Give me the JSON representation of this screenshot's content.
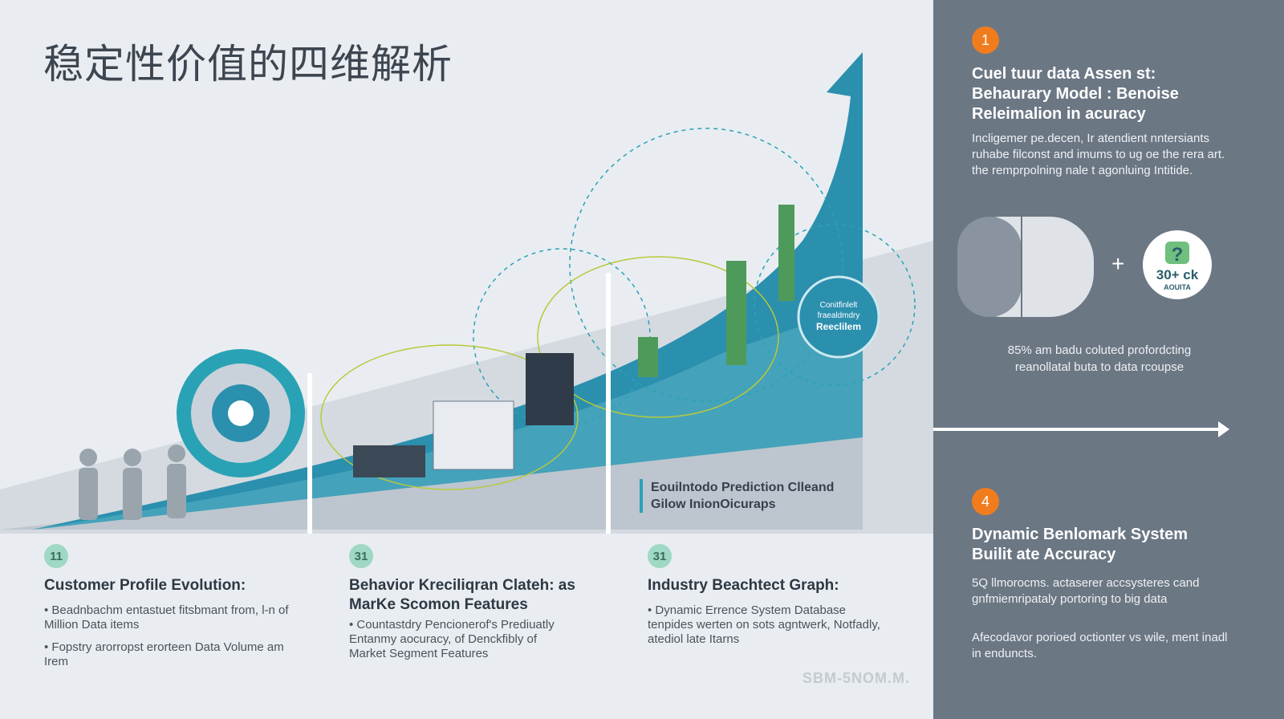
{
  "title": "稳定性价值的四维解析",
  "illustration": {
    "callout": [
      "Eouilntodo Prediction Clleand",
      "Gilow InionOicuraps"
    ],
    "ring_label": [
      "Conitfinlelt",
      "fraealdmdry",
      "Reeclilem"
    ],
    "colors": {
      "teal": "#2b8fae",
      "accent": "#2aa2b5",
      "green": "#4e9a5a",
      "lime": "#b7c93a"
    }
  },
  "columns": [
    {
      "badge": "11",
      "heading": "Customer Profile Evolution:",
      "bullets": [
        "• Beadnbachm entastuet fitsbmant from, l-n of Million Data items",
        "• Fopstry arorropst erorteen Data Volume am Irem"
      ]
    },
    {
      "badge": "31",
      "heading": "Behavior Kreciliqran Clateh: as MarKe Scomon Features",
      "bullets": [
        "• Countastdry Pencionerof's Prediuatly Entanmy aocuracy, of Denckfibly of Market Segment Features"
      ]
    },
    {
      "badge": "31",
      "heading": "Industry Beachtect Graph:",
      "bullets": [
        "• Dynamic Errence System Database tenpides werten on sots agntwerk, Notfadly, atediol late Itarns"
      ]
    }
  ],
  "watermark": "SBM-5NOM.M.",
  "right_panel": {
    "section1": {
      "badge": "1",
      "heading": [
        "Cuel tuur data Assen st:",
        "Behaurary Model : Benoise",
        "Releimalion in acuracy"
      ],
      "body": "Incligemer pe.decen, Ir atendient nntersiants ruhabe filconst and imums to ug oe the rera art. the remprpolning nale t agonluing Intitide.",
      "plus": "+",
      "circle_value": "30+ ck",
      "circle_label": "AOUITA",
      "stat": "85% am badu coluted profordcting reanollatal buta to data rcoupse"
    },
    "section4": {
      "badge": "4",
      "heading": [
        "Dynamic Benlomark System",
        "Builit ate Accuracy"
      ],
      "body1": "5Q llmorocms. actaserer accsysteres cand gnfmiemripataly portoring to big data",
      "body2": "Afecodavor porioed octionter vs wile, ment inadl in enduncts."
    },
    "colors": {
      "panel": "#6c7784",
      "badge": "#f07c1e"
    }
  }
}
